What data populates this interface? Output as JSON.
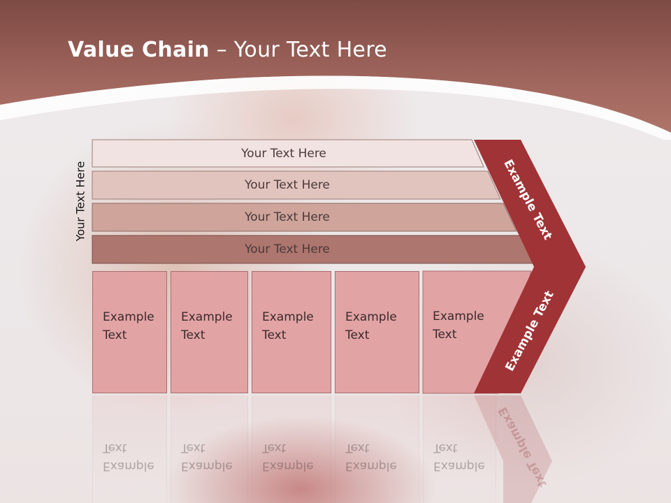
{
  "title": {
    "bold": "Value Chain",
    "rest": " – Your Text Here"
  },
  "side_label": "Your Text Here",
  "bars": [
    {
      "label": "Your Text Here",
      "color": "#f1e3e1"
    },
    {
      "label": "Your Text Here",
      "color": "#e2c4bf"
    },
    {
      "label": "Your Text Here",
      "color": "#cea49b"
    },
    {
      "label": "Your Text Here",
      "color": "#ad766e"
    }
  ],
  "boxes": [
    {
      "line1": "Example",
      "line2": "Text"
    },
    {
      "line1": "Example",
      "line2": "Text"
    },
    {
      "line1": "Example",
      "line2": "Text"
    },
    {
      "line1": "Example",
      "line2": "Text"
    },
    {
      "line1": "Example",
      "line2": "Text"
    }
  ],
  "chevron": {
    "upper_label": "Example Text",
    "lower_label": "Example Text",
    "color": "#a03336"
  },
  "colors": {
    "header": "#8e5248",
    "box_fill": "#e2a3a5"
  }
}
